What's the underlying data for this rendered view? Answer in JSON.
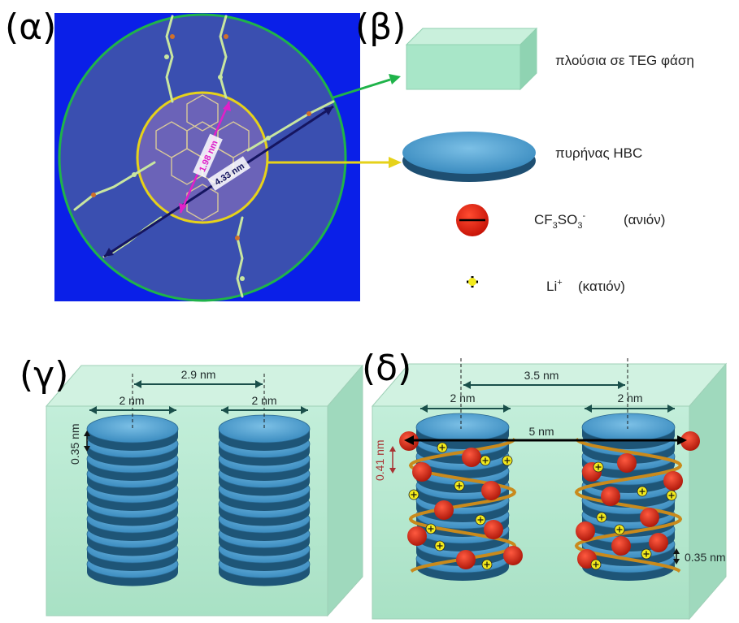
{
  "panels": {
    "a": "(α)",
    "b": "(β)",
    "c": "(γ)",
    "d": "(δ)"
  },
  "panel_a": {
    "inner_diameter_label": "1.98 nm",
    "outer_diameter_label": "4.33 nm",
    "background_color": "#0a1fe8",
    "outer_circle_color": "#1fb34a",
    "inner_circle_color": "#e6d21a"
  },
  "legend": {
    "teg_phase": "πλούσια σε TEG φάση",
    "hbc_core": "πυρήνας HBC",
    "anion_formula_main": "CF",
    "anion_formula_sub1": "3",
    "anion_formula_mid": "SO",
    "anion_formula_sub2": "3",
    "anion_formula_sup": "-",
    "anion_name": "(ανιόν)",
    "cation_formula": "Li",
    "cation_sup": "+",
    "cation_name": "(κατιόν)"
  },
  "panel_c": {
    "spacing_label": "2.9 nm",
    "width_left": "2 nm",
    "width_right": "2 nm",
    "stack_spacing": "0.35 nm"
  },
  "panel_d": {
    "spacing_label": "3.5 nm",
    "width_left": "2 nm",
    "width_right": "2 nm",
    "outer_label": "5 nm",
    "pitch_label": "0.41 nm",
    "stack_spacing": "0.35 nm"
  },
  "colors": {
    "teg_box": "#a8e6c8",
    "disc_top": "#5ea7d6",
    "disc_side": "#2f6f96",
    "anion": "#d42818",
    "cation": "#f2ea1c",
    "helix": "#c98a1c"
  }
}
